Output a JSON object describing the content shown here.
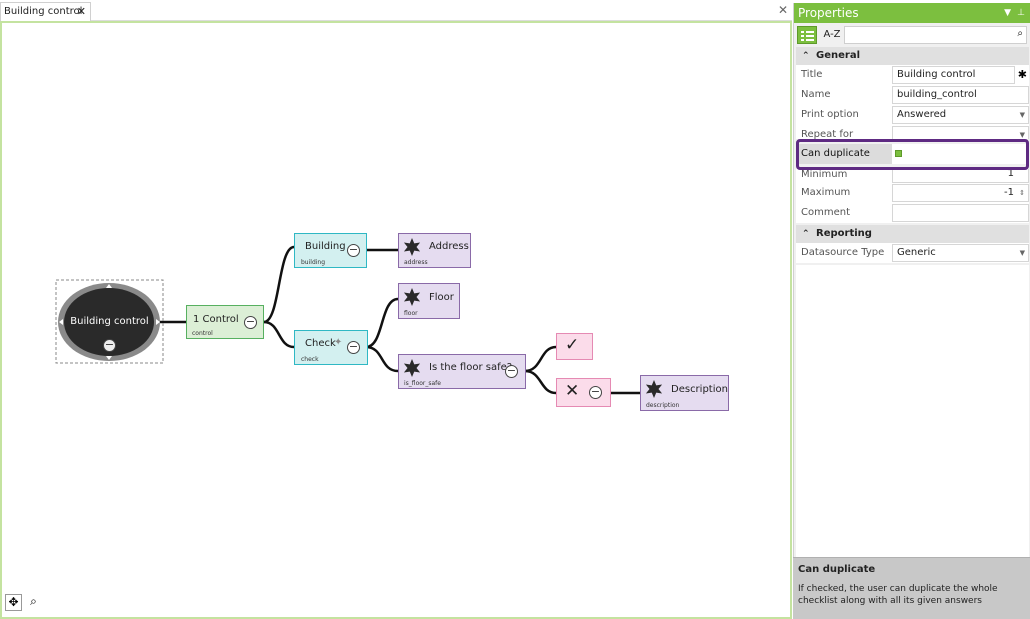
{
  "document": {
    "tab_title": "Building control",
    "tab_close": "✕",
    "close_all": "✕"
  },
  "diagram": {
    "root": {
      "label": "Building control"
    },
    "control": {
      "label": "1  Control",
      "sub": "control"
    },
    "building": {
      "label": "Building",
      "sub": "building"
    },
    "address": {
      "label": "Address",
      "sub": "address"
    },
    "check": {
      "label": "Check",
      "sub": "check"
    },
    "floor": {
      "label": "Floor",
      "sub": "floor"
    },
    "question": {
      "label": "Is the floor safe?",
      "sub": "is_floor_safe"
    },
    "yes": {
      "label": "✓"
    },
    "no": {
      "label": "✕"
    },
    "description": {
      "label": "Description",
      "sub": "description"
    }
  },
  "properties": {
    "title": "Properties",
    "az_label": "A-Z",
    "search_placeholder": "",
    "sections": {
      "general": "General",
      "reporting": "Reporting"
    },
    "rows": {
      "title": {
        "label": "Title",
        "value": "Building control"
      },
      "name": {
        "label": "Name",
        "value": "building_control"
      },
      "print_option": {
        "label": "Print option",
        "value": "Answered"
      },
      "repeat_for": {
        "label": "Repeat for",
        "value": ""
      },
      "can_duplicate": {
        "label": "Can duplicate",
        "value": ""
      },
      "minimum": {
        "label": "Minimum",
        "value": "1"
      },
      "maximum": {
        "label": "Maximum",
        "value": "-1"
      },
      "comment": {
        "label": "Comment",
        "value": ""
      },
      "datasource_type": {
        "label": "Datasource Type",
        "value": "Generic"
      }
    },
    "description": {
      "title": "Can duplicate",
      "text": "If checked, the user can duplicate the whole checklist along with all its given answers"
    }
  },
  "colors": {
    "accent": "#7cbf3f",
    "highlight": "#5e2a82"
  }
}
